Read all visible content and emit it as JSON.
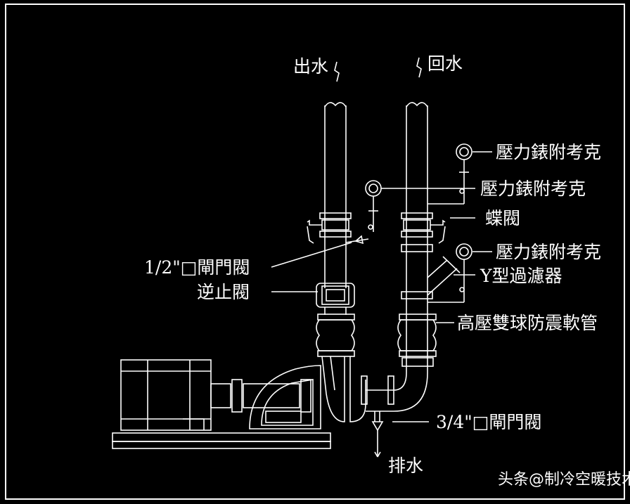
{
  "labels": {
    "outlet": "出水",
    "return": "回水",
    "gauge_1": "壓力錶附考克",
    "gauge_2": "壓力錶附考克",
    "gauge_3": "壓力錶附考克",
    "butterfly_valve": "蝶閥",
    "half_inch_gate_valve": "1/2\"□閘門閥",
    "check_valve": "逆止閥",
    "y_strainer": "Y型過濾器",
    "flex_joint": "高壓雙球防震軟管",
    "three_quarter_gate_valve": "3/4\"□閘門閥",
    "drain": "排水"
  },
  "watermark": {
    "prefix": "头条",
    "handle": "@制冷空暖技术"
  },
  "colors": {
    "background": "#000000",
    "lines": "#ffffff"
  }
}
